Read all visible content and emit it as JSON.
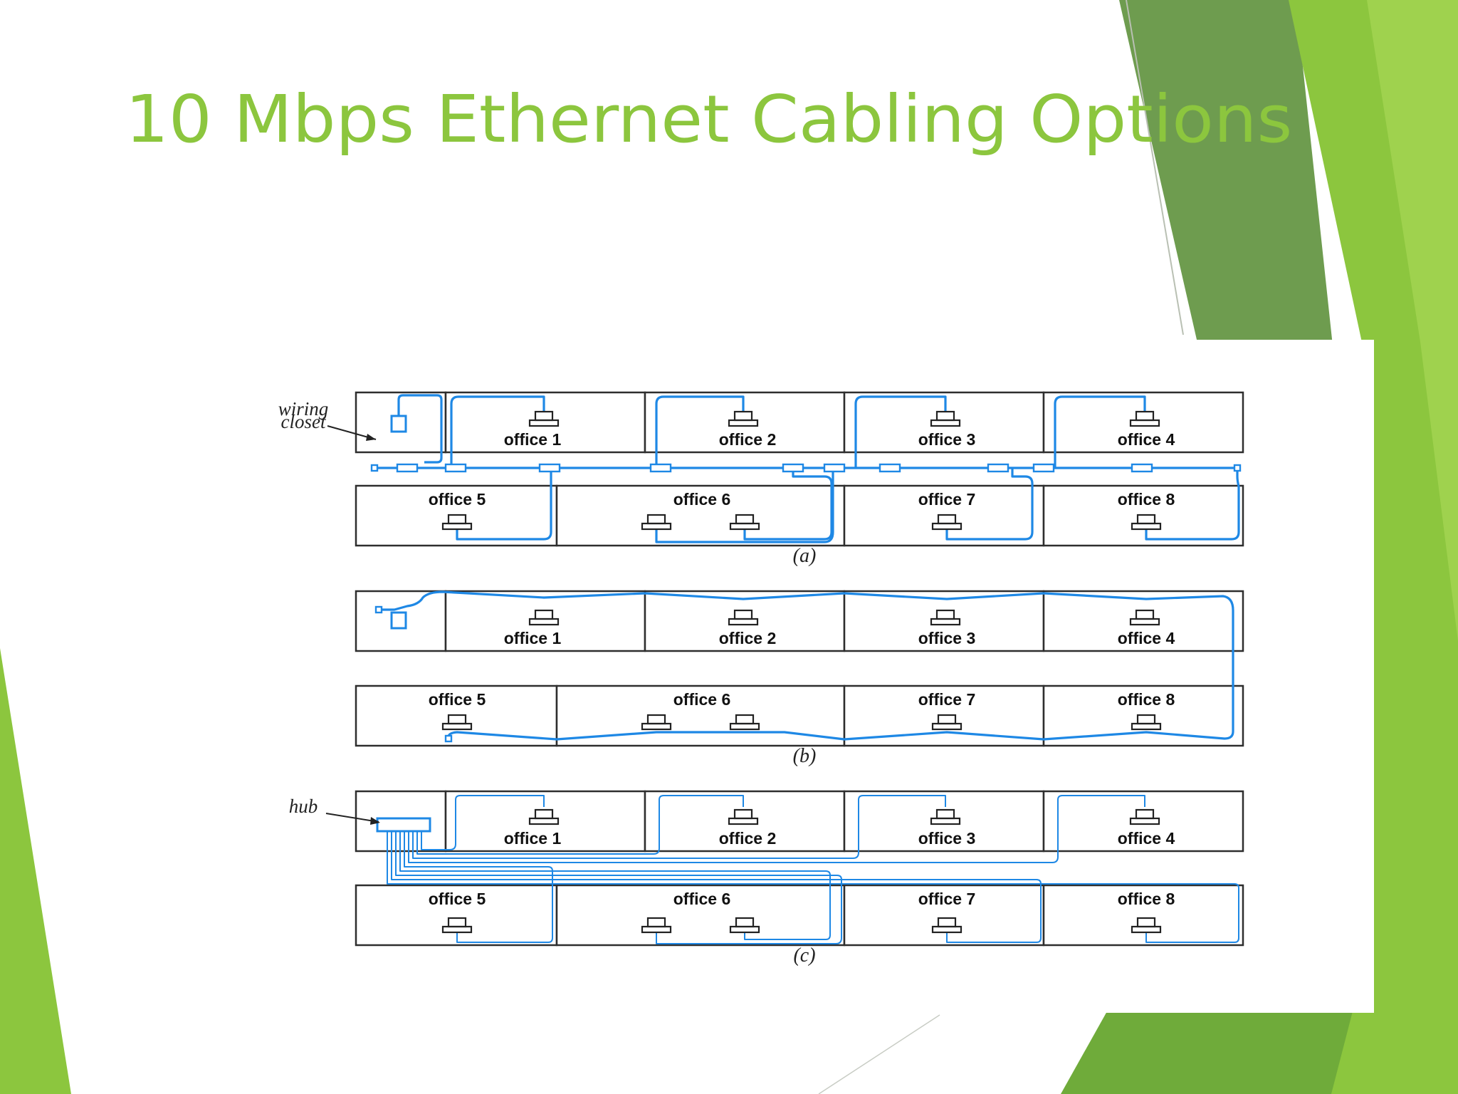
{
  "slide": {
    "title": "10 Mbps Ethernet Cabling Options"
  },
  "theme": {
    "accent_light": "#8cc63e",
    "accent_dark": "#6e9c4f",
    "cable": "#1e88e5"
  },
  "figure": {
    "callouts": {
      "wiring_closet": [
        "wiring",
        "closet"
      ],
      "hub": "hub"
    },
    "variants": [
      {
        "caption": "(a)",
        "top_row": [
          "office 1",
          "office 2",
          "office 3",
          "office 4"
        ],
        "bottom_row": [
          "office 5",
          "office 6",
          "office 7",
          "office 8"
        ]
      },
      {
        "caption": "(b)",
        "top_row": [
          "office 1",
          "office 2",
          "office 3",
          "office 4"
        ],
        "bottom_row": [
          "office 5",
          "office 6",
          "office 7",
          "office 8"
        ]
      },
      {
        "caption": "(c)",
        "top_row": [
          "office 1",
          "office 2",
          "office 3",
          "office 4"
        ],
        "bottom_row": [
          "office 5",
          "office 6",
          "office 7",
          "office 8"
        ]
      }
    ]
  }
}
